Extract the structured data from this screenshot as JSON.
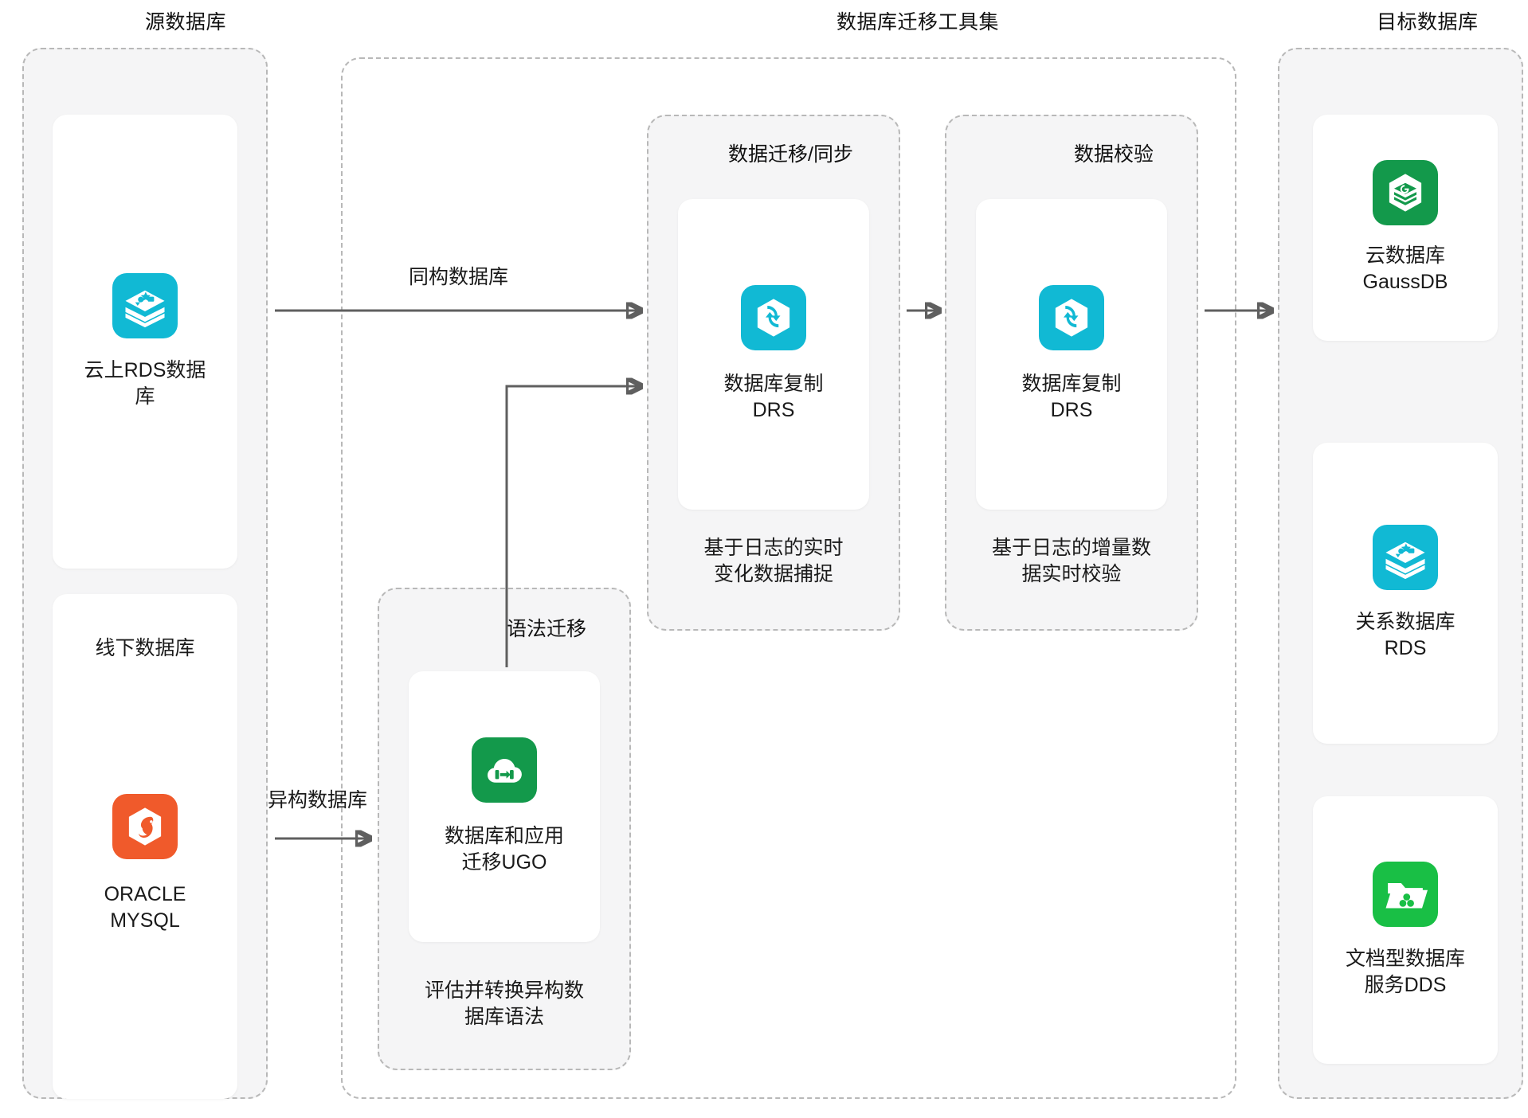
{
  "diagram": {
    "title_source": "源数据库",
    "title_tools": "数据库迁移工具集",
    "title_target": "目标数据库"
  },
  "source": {
    "cloud_rds": {
      "icon": "rds-database-icon",
      "label": "云上RDS数据\n库"
    },
    "offline_title": "线下数据库",
    "offline_db": {
      "icon": "oracle-mysql-icon",
      "label": "ORACLE\nMYSQL"
    }
  },
  "tools": {
    "syntax_panel": {
      "title": "语法迁移",
      "card": {
        "icon": "ugo-cloud-migration-icon",
        "label": "数据库和应用\n迁移UGO"
      },
      "caption": "评估并转换异构数\n据库语法"
    },
    "migration_panel": {
      "title": "数据迁移/同步",
      "card": {
        "icon": "drs-replication-icon",
        "label": "数据库复制\nDRS"
      },
      "caption": "基于日志的实时\n变化数据捕捉"
    },
    "verify_panel": {
      "title": "数据校验",
      "card": {
        "icon": "drs-replication-icon",
        "label": "数据库复制\nDRS"
      },
      "caption": "基于日志的增量数\n据实时校验"
    }
  },
  "target": {
    "gaussdb": {
      "icon": "gaussdb-icon",
      "label": "云数据库\nGaussDB"
    },
    "rds": {
      "icon": "rds-database-icon",
      "label": "关系数据库\nRDS"
    },
    "dds": {
      "icon": "dds-document-icon",
      "label": "文档型数据库\n服务DDS"
    }
  },
  "edges": {
    "homogeneous": "同构数据库",
    "heterogeneous": "异构数据库"
  },
  "colors": {
    "cyan": "#11b9d4",
    "orange": "#f05a2b",
    "green_dark": "#13994b",
    "green_bright": "#19bf45",
    "dashed_border": "#b8b8b8",
    "panel_fill": "#f5f5f6",
    "connector": "#5f5f5f",
    "text": "#1a1a1a"
  }
}
